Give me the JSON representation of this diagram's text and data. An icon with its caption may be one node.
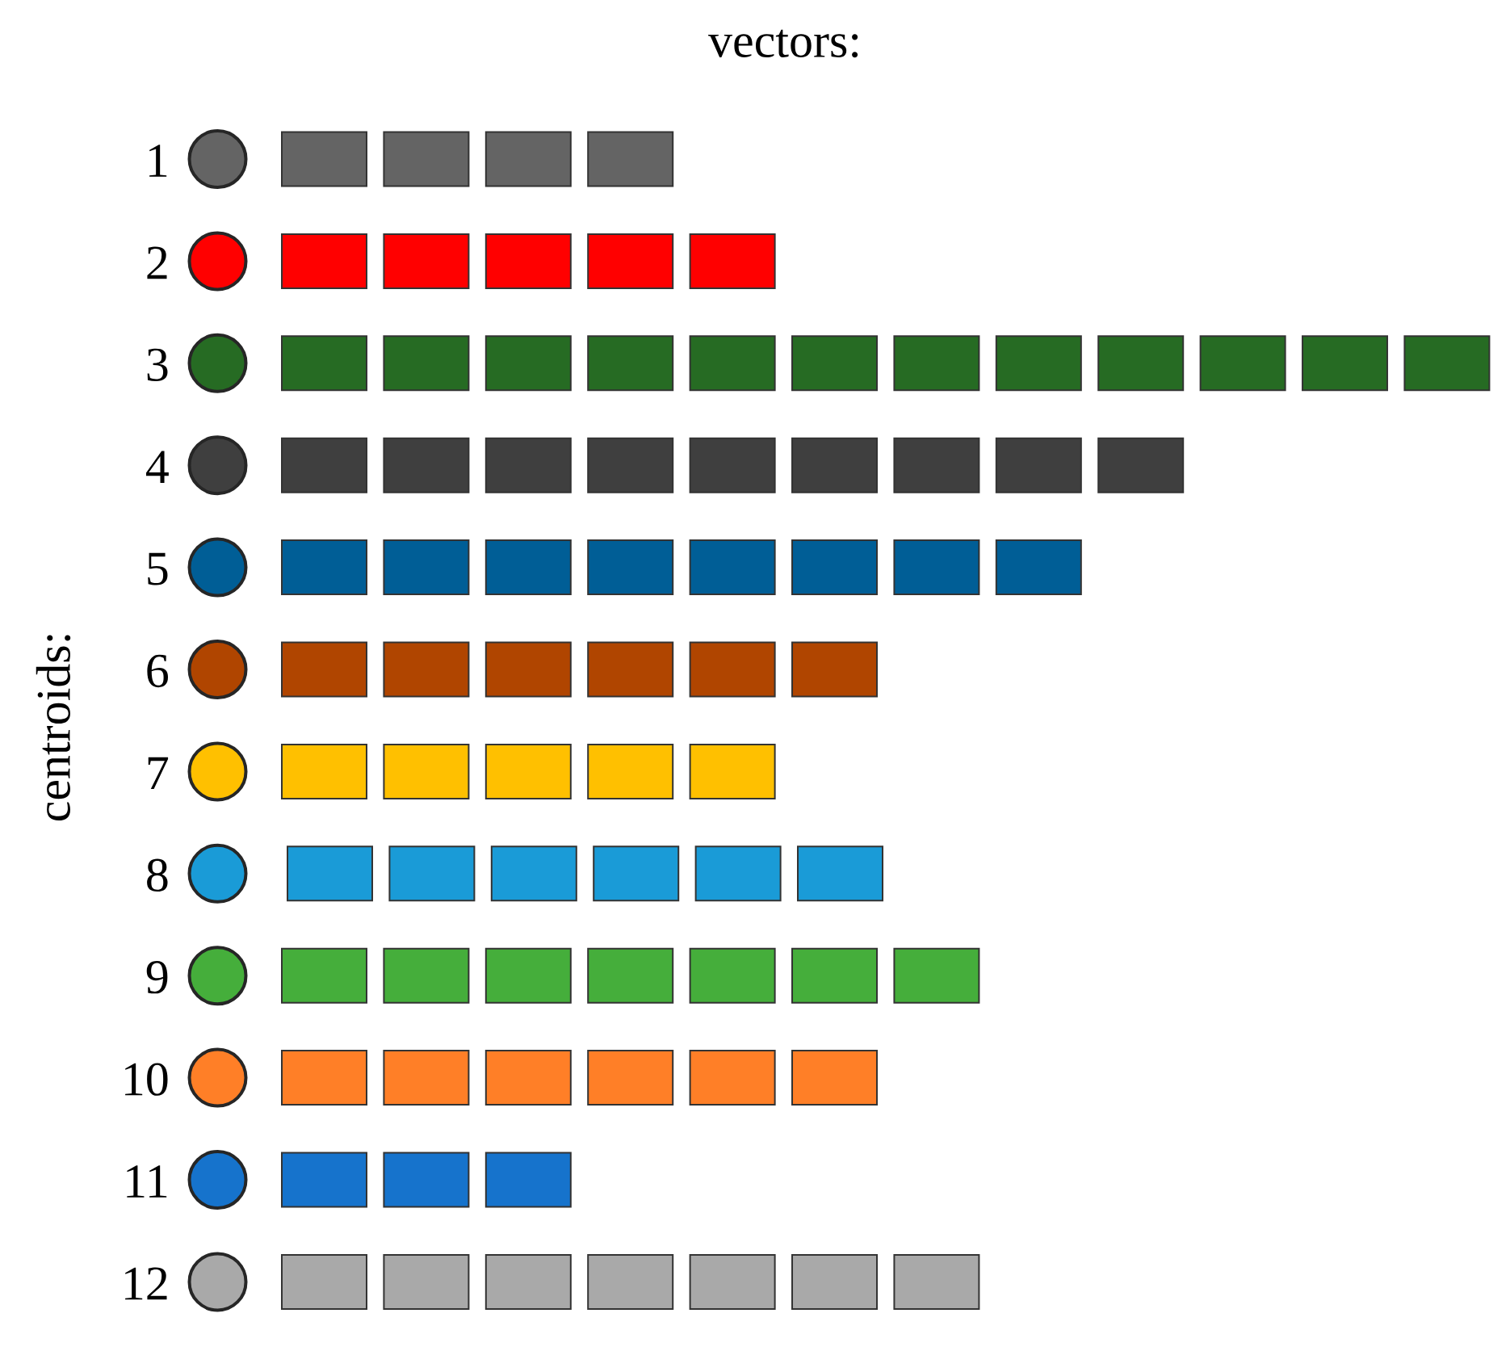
{
  "diagram": {
    "title": "vectors:",
    "nodes": [
      {
        "text": [],
        "shape": "circle",
        "beside": [
          "1"
        ]
      },
      {
        "text": [],
        "shape": "box"
      },
      {
        "text": [],
        "shape": "box"
      },
      {
        "text": [],
        "shape": "box"
      },
      {
        "text": [],
        "shape": "box"
      },
      {
        "text": [],
        "shape": "circle",
        "beside": [
          "2"
        ]
      },
      {
        "text": [],
        "shape": "box"
      },
      {
        "text": [],
        "shape": "box"
      },
      {
        "text": [],
        "shape": "box"
      },
      {
        "text": [],
        "shape": "box"
      },
      {
        "text": [],
        "shape": "box"
      },
      {
        "text": [],
        "shape": "circle",
        "beside": [
          "3"
        ]
      },
      {
        "text": [],
        "shape": "box"
      },
      {
        "text": [],
        "shape": "box"
      },
      {
        "text": [],
        "shape": "box"
      },
      {
        "text": [],
        "shape": "box"
      },
      {
        "text": [],
        "shape": "box"
      },
      {
        "text": [],
        "shape": "box"
      },
      {
        "text": [],
        "shape": "box"
      },
      {
        "text": [],
        "shape": "box"
      },
      {
        "text": [],
        "shape": "box"
      },
      {
        "text": [],
        "shape": "box"
      },
      {
        "text": [],
        "shape": "box"
      },
      {
        "text": [],
        "shape": "box"
      },
      {
        "text": [],
        "shape": "circle",
        "beside": [
          "4"
        ]
      },
      {
        "text": [],
        "shape": "box"
      },
      {
        "text": [],
        "shape": "box"
      },
      {
        "text": [],
        "shape": "box"
      },
      {
        "text": [],
        "shape": "box"
      },
      {
        "text": [],
        "shape": "box"
      },
      {
        "text": [],
        "shape": "box"
      },
      {
        "text": [],
        "shape": "box"
      },
      {
        "text": [],
        "shape": "box"
      },
      {
        "text": [],
        "shape": "box"
      },
      {
        "text": [],
        "shape": "circle",
        "beside": [
          "5"
        ]
      },
      {
        "text": [],
        "shape": "box"
      },
      {
        "text": [],
        "shape": "box"
      },
      {
        "text": [],
        "shape": "box"
      },
      {
        "text": [],
        "shape": "box"
      },
      {
        "text": [],
        "shape": "box"
      },
      {
        "text": [],
        "shape": "box"
      },
      {
        "text": [],
        "shape": "box"
      },
      {
        "text": [],
        "shape": "box"
      },
      {
        "text": [],
        "shape": "circle",
        "beside": [
          "6"
        ]
      },
      {
        "text": [],
        "shape": "box"
      },
      {
        "text": [],
        "shape": "box"
      },
      {
        "text": [],
        "shape": "box"
      },
      {
        "text": [],
        "shape": "box"
      },
      {
        "text": [],
        "shape": "box"
      },
      {
        "text": [],
        "shape": "box"
      },
      {
        "text": [],
        "shape": "circle",
        "beside": [
          "7"
        ]
      },
      {
        "text": [],
        "shape": "box"
      },
      {
        "text": [],
        "shape": "box"
      },
      {
        "text": [],
        "shape": "box"
      },
      {
        "text": [],
        "shape": "box"
      },
      {
        "text": [],
        "shape": "box"
      },
      {
        "text": [],
        "shape": "circle",
        "beside": [
          "8"
        ]
      },
      {
        "text": [],
        "shape": "box"
      },
      {
        "text": [],
        "shape": "box"
      },
      {
        "text": [],
        "shape": "box"
      },
      {
        "text": [],
        "shape": "box"
      },
      {
        "text": [],
        "shape": "box"
      },
      {
        "text": [],
        "shape": "box"
      },
      {
        "text": [],
        "shape": "circle",
        "beside": [
          "9"
        ]
      },
      {
        "text": [],
        "shape": "box"
      },
      {
        "text": [],
        "shape": "box"
      },
      {
        "text": [],
        "shape": "box"
      },
      {
        "text": [],
        "shape": "box"
      },
      {
        "text": [],
        "shape": "box"
      },
      {
        "text": [],
        "shape": "box"
      },
      {
        "text": [],
        "shape": "box"
      },
      {
        "text": [],
        "shape": "circle",
        "beside": [
          "10"
        ]
      },
      {
        "text": [],
        "shape": "box"
      },
      {
        "text": [],
        "shape": "box"
      },
      {
        "text": [],
        "shape": "box"
      },
      {
        "text": [],
        "shape": "box"
      },
      {
        "text": [],
        "shape": "box"
      },
      {
        "text": [],
        "shape": "box"
      },
      {
        "text": [],
        "shape": "circle",
        "beside": [
          "11"
        ]
      },
      {
        "text": [],
        "shape": "box"
      },
      {
        "text": [],
        "shape": "box"
      },
      {
        "text": [],
        "shape": "box"
      },
      {
        "text": [],
        "shape": "circle",
        "beside": [
          "12"
        ]
      },
      {
        "text": [],
        "shape": "box"
      },
      {
        "text": [],
        "shape": "box"
      },
      {
        "text": [],
        "shape": "box"
      },
      {
        "text": [],
        "shape": "box"
      },
      {
        "text": [],
        "shape": "box"
      },
      {
        "text": [],
        "shape": "box"
      },
      {
        "text": [],
        "shape": "box"
      }
    ],
    "labels": [
      "centroids:"
    ]
  }
}
